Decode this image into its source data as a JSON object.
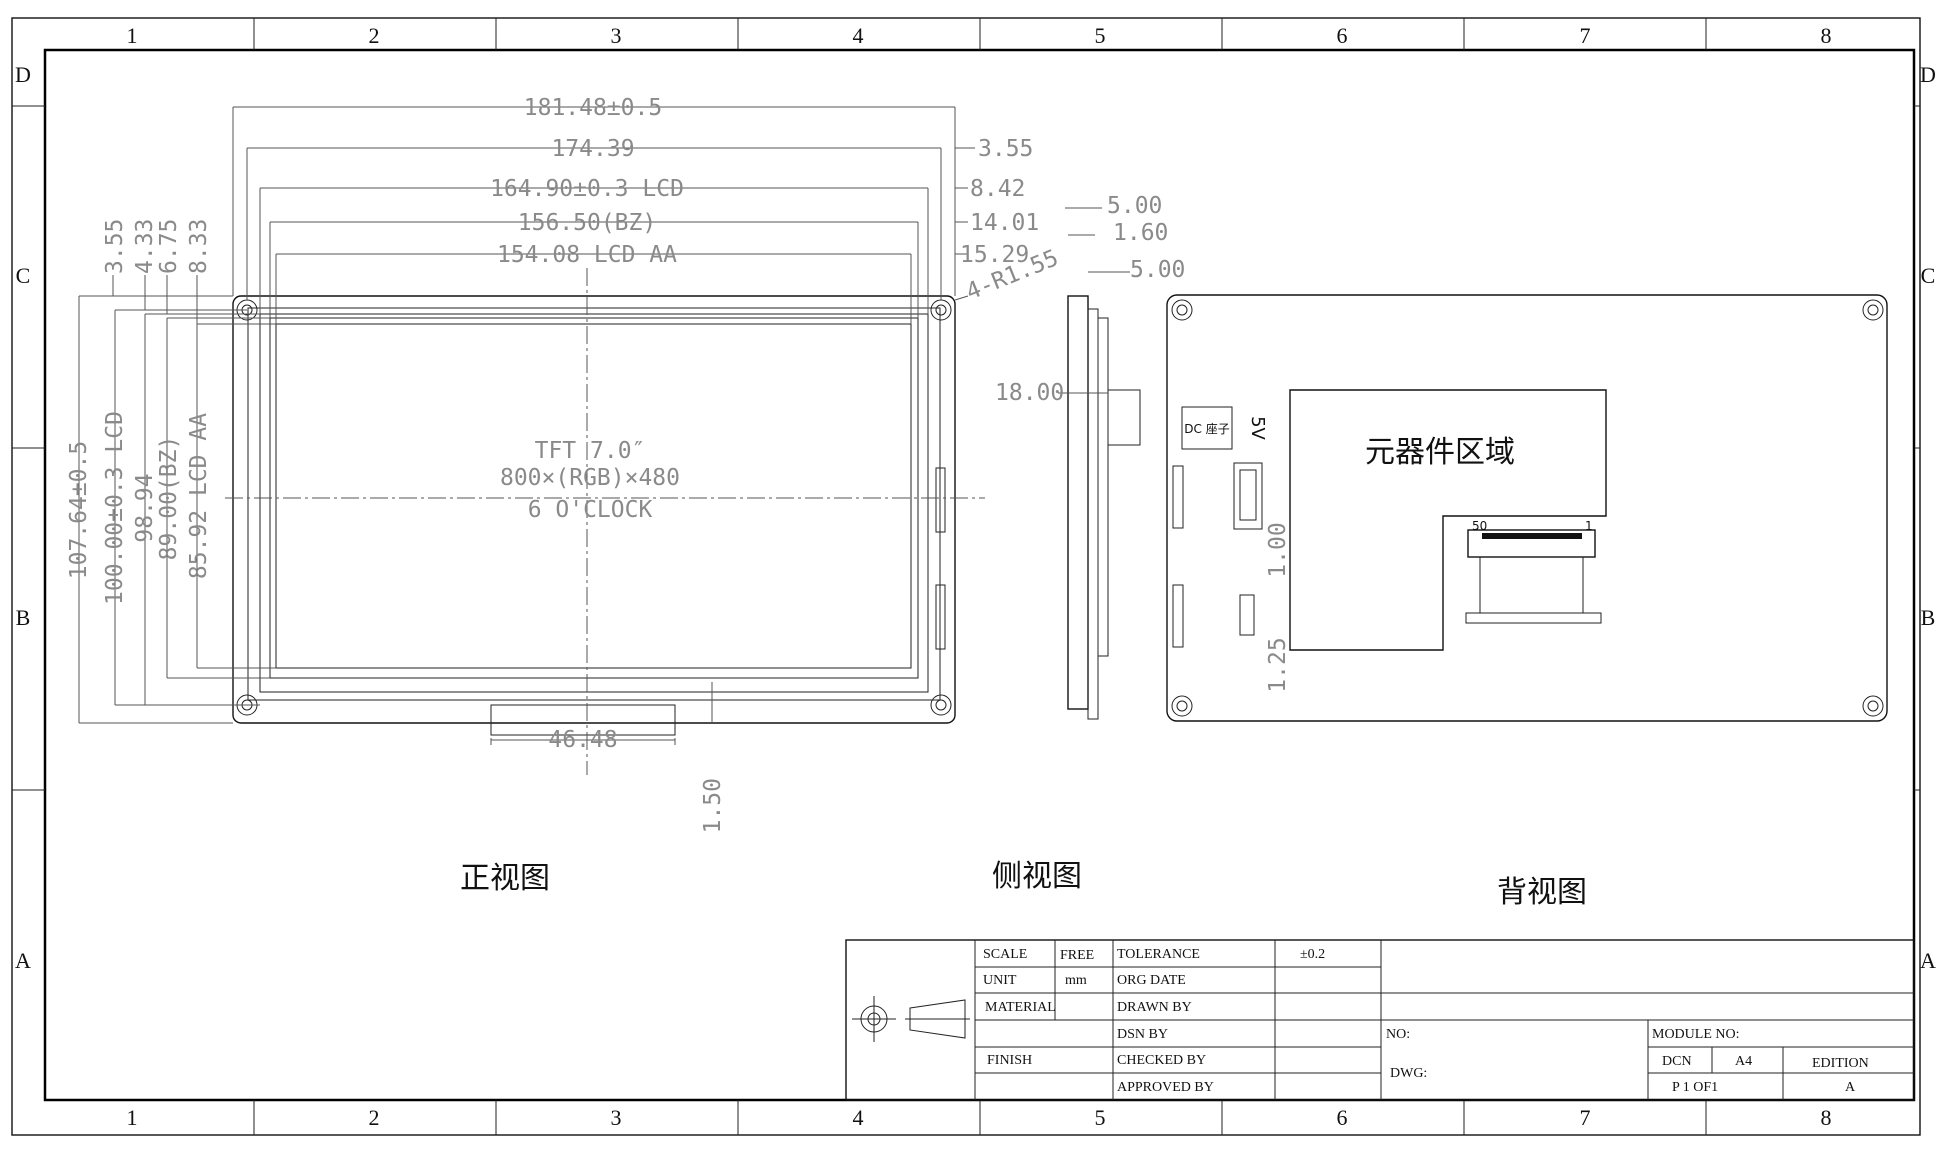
{
  "grid": {
    "columns": [
      "1",
      "2",
      "3",
      "4",
      "5",
      "6",
      "7",
      "8"
    ],
    "rows": [
      "D",
      "C",
      "B",
      "A"
    ]
  },
  "dimensions": {
    "top": {
      "overall": "181.48±0.5",
      "mount": "174.39",
      "lcd": "164.90±0.3 LCD",
      "bezel": "156.50(BZ)",
      "active": "154.08 LCD AA"
    },
    "right": {
      "d1": "3.55",
      "d2": "8.42",
      "d3": "14.01",
      "d4": "15.29",
      "hole": "4-R1.55"
    },
    "left_top": {
      "d1": "3.55",
      "d2": "4.33",
      "d3": "6.75",
      "d4": "8.33"
    },
    "vertical": {
      "overall": "107.64±0.5",
      "lcd": "100.00±0.3 LCD",
      "mount": "98.94",
      "bezel": "89.00(BZ)",
      "active": "85.92 LCD AA"
    },
    "bottom": {
      "tab_width": "46.48",
      "tab_height": "1.50"
    },
    "side": {
      "t1": "5.00",
      "t2": "1.60",
      "t3": "5.00",
      "height": "18.00"
    },
    "back": {
      "p1": "1.00",
      "p2": "1.25"
    }
  },
  "panel_text": {
    "line1": "TFT 7.0″",
    "line2": "800×(RGB)×480",
    "line3": "6 O'CLOCK"
  },
  "back_view": {
    "component_area": "元器件区域",
    "dc_label": "DC 座子",
    "voltage": "5V",
    "connector_pin_first": "50",
    "connector_pin_last": "1"
  },
  "view_labels": {
    "front": "正视图",
    "side": "侧视图",
    "back": "背视图"
  },
  "title_block": {
    "scale_label": "SCALE",
    "scale_value": "FREE",
    "unit_label": "UNIT",
    "unit_value": "mm",
    "material_label": "MATERIAL",
    "finish_label": "FINISH",
    "tolerance_label": "TOLERANCE",
    "tolerance_value": "±0.2",
    "org_date_label": "ORG DATE",
    "drawn_by_label": "DRAWN BY",
    "dsn_by_label": "DSN BY",
    "checked_by_label": "CHECKED BY",
    "approved_by_label": "APPROVED BY",
    "no_label": "NO:",
    "dwg_label": "DWG:",
    "module_no_label": "MODULE NO:",
    "dcn_label": "DCN",
    "size_value": "A4",
    "edition_label": "EDITION",
    "page_value": "P  1 OF1",
    "edition_value": "A"
  }
}
